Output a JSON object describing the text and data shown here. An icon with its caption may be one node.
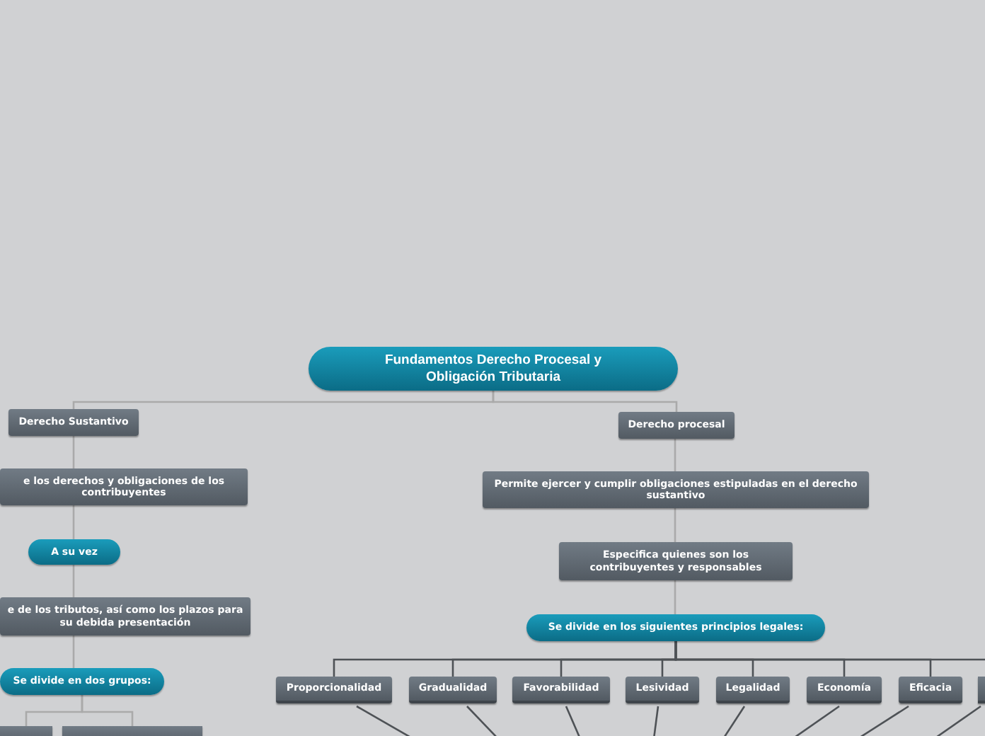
{
  "diagram": {
    "nodes": [
      {
        "text": [
          "Fundamentos Derecho Procesal y Obligación Tributaria"
        ]
      },
      {
        "text": [
          "Derecho Sustantivo"
        ]
      },
      {
        "text": [
          "e los derechos y obligaciones de los contribuyentes"
        ]
      },
      {
        "text": [
          "A su vez"
        ]
      },
      {
        "text": [
          "e de los tributos, así como los plazos para su debida presentación"
        ]
      },
      {
        "text": [
          "Se divide en dos grupos:"
        ]
      },
      {
        "text": [],
        "shape": "box"
      },
      {
        "text": [],
        "shape": "box"
      },
      {
        "text": [
          "Derecho procesal"
        ]
      },
      {
        "text": [
          "Permite ejercer y cumplir obligaciones estipuladas en el derecho sustantivo"
        ]
      },
      {
        "text": [
          "Especifica quienes son los contribuyentes y responsables"
        ]
      },
      {
        "text": [
          "Se divide en los siguientes principios legales:"
        ]
      },
      {
        "text": [
          "Proporcionalidad"
        ]
      },
      {
        "text": [
          "Gradualidad"
        ]
      },
      {
        "text": [
          "Favorabilidad"
        ]
      },
      {
        "text": [
          "Lesividad"
        ]
      },
      {
        "text": [
          "Legalidad"
        ]
      },
      {
        "text": [
          "Economía"
        ]
      },
      {
        "text": [
          "Eficacia"
        ]
      },
      {
        "text": [],
        "shape": "box"
      }
    ],
    "edges": [
      {
        "from": 0,
        "to": 1,
        "arrow": "none",
        "color": "#aaaaaa"
      },
      {
        "from": 0,
        "to": 8,
        "arrow": "none",
        "color": "#aaaaaa"
      },
      {
        "from": 1,
        "to": 2,
        "arrow": "none",
        "color": "#aaaaaa"
      },
      {
        "from": 2,
        "to": 3,
        "arrow": "none",
        "color": "#aaaaaa"
      },
      {
        "from": 3,
        "to": 4,
        "arrow": "none",
        "color": "#aaaaaa"
      },
      {
        "from": 4,
        "to": 5,
        "arrow": "none",
        "color": "#aaaaaa"
      },
      {
        "from": 5,
        "to": 6,
        "arrow": "none",
        "color": "#aaaaaa"
      },
      {
        "from": 5,
        "to": 7,
        "arrow": "none",
        "color": "#aaaaaa"
      },
      {
        "from": 8,
        "to": 9,
        "arrow": "none",
        "color": "#aaaaaa"
      },
      {
        "from": 9,
        "to": 10,
        "arrow": "none",
        "color": "#aaaaaa"
      },
      {
        "from": 10,
        "to": 11,
        "arrow": "none",
        "color": "#aaaaaa"
      },
      {
        "from": 11,
        "to": 12,
        "arrow": "none"
      },
      {
        "from": 11,
        "to": 13,
        "arrow": "none"
      },
      {
        "from": 11,
        "to": 14,
        "arrow": "none"
      },
      {
        "from": 11,
        "to": 15,
        "arrow": "none"
      },
      {
        "from": 11,
        "to": 16,
        "arrow": "none"
      },
      {
        "from": 11,
        "to": 17,
        "arrow": "none"
      },
      {
        "from": 11,
        "to": 18,
        "arrow": "none"
      },
      {
        "from": 11,
        "to": 19,
        "arrow": "none"
      },
      {
        "from": 12,
        "to": null,
        "arrow": "none"
      },
      {
        "from": 13,
        "to": null,
        "arrow": "none"
      },
      {
        "from": 14,
        "to": null,
        "arrow": "none"
      },
      {
        "from": 15,
        "to": null,
        "arrow": "none"
      },
      {
        "from": 16,
        "to": null,
        "arrow": "none"
      },
      {
        "from": 17,
        "to": null,
        "arrow": "none"
      },
      {
        "from": 18,
        "to": null,
        "arrow": "none"
      },
      {
        "from": 19,
        "to": null,
        "arrow": "none"
      }
    ]
  }
}
